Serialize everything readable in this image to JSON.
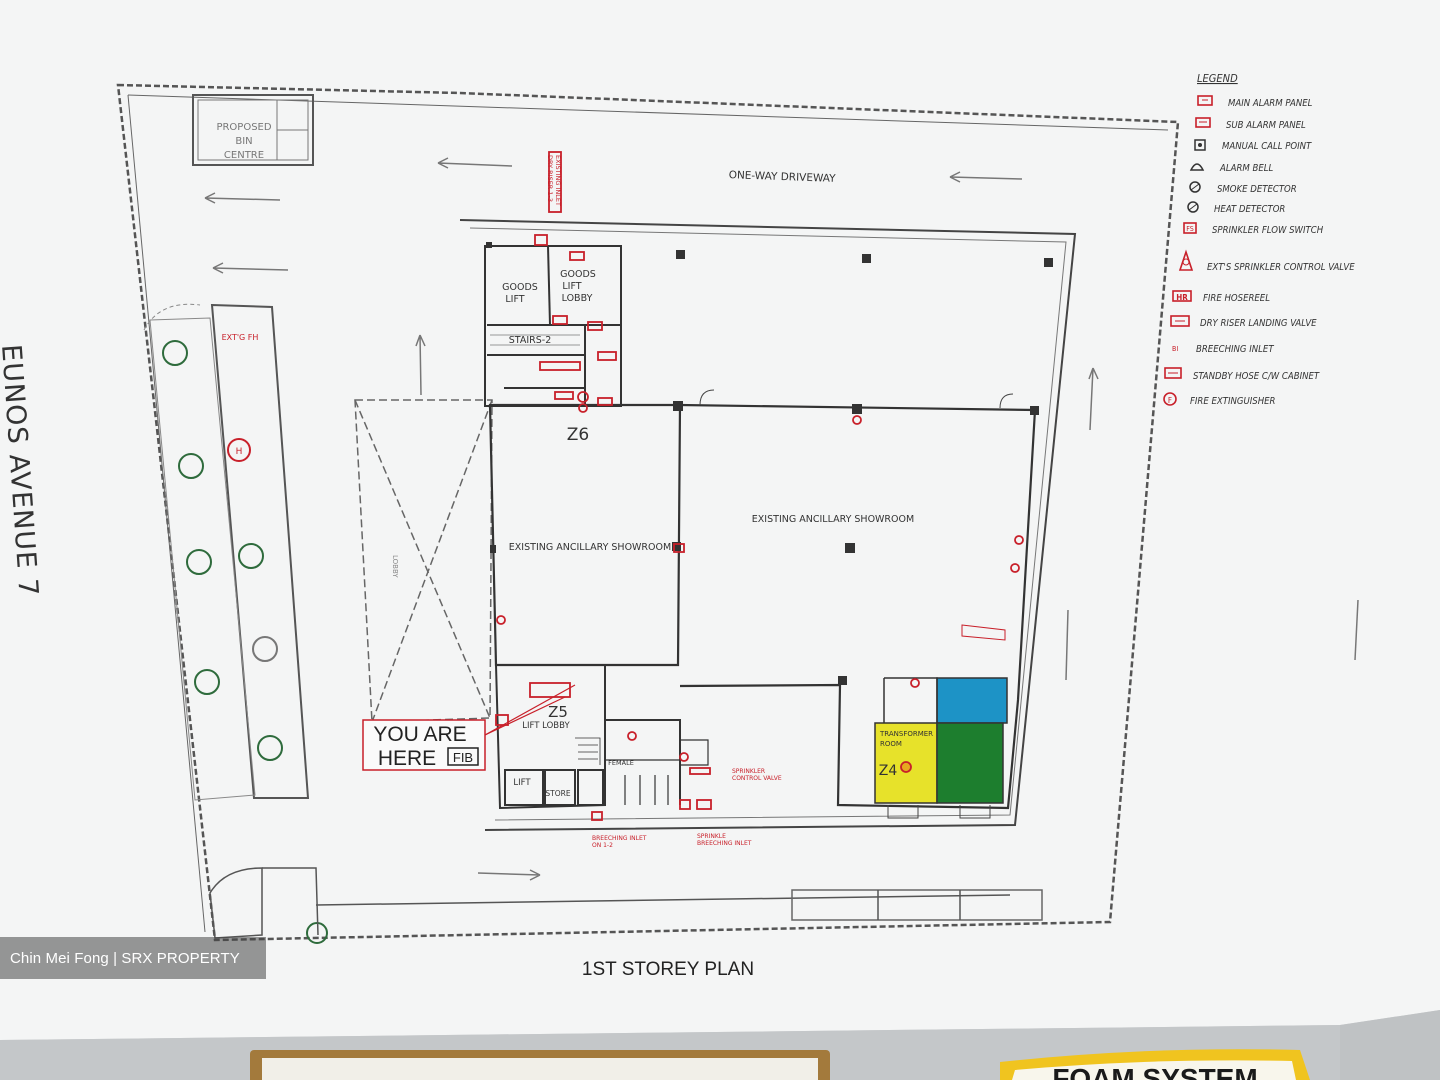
{
  "plan": {
    "title": "1ST STOREY PLAN",
    "street": "EUNOS AVENUE 7",
    "driveway": "ONE-WAY DRIVEWAY",
    "bin_centre": [
      "PROPOSED",
      "BIN",
      "CENTRE"
    ],
    "goods_lift": [
      "GOODS",
      "LIFT"
    ],
    "goods_lift_lobby": [
      "GOODS",
      "LIFT",
      "LOBBY"
    ],
    "stairs": "STAIRS-2",
    "showroom_left": "EXISTING ANCILLARY SHOWROOM",
    "showroom_right": "EXISTING ANCILLARY SHOWROOM",
    "zone_6": "Z6",
    "zone_5": "Z5",
    "zone_4": "Z4",
    "lift_lobby": "LIFT LOBBY",
    "lift": "LIFT",
    "store": "STORE",
    "female": "FEMALE",
    "transformer_room": [
      "TRANSFORMER",
      "ROOM"
    ],
    "existing_fh": "EXT'G FH",
    "you_are_here": [
      "YOU ARE",
      "HERE"
    ],
    "fib_tag": "FIB",
    "sprinkler_control_valve": [
      "SPRINKLER",
      "CONTROL VALVE"
    ],
    "breeching_inlet": [
      "BREECHING INLET",
      "ON 1-2"
    ],
    "sprinkler_breeching_inlet": [
      "SPRINKLE",
      "BREECHING INLET"
    ],
    "riser_inlet": [
      "EXISTING INLET",
      "DRY RISER 1-3"
    ]
  },
  "legend": {
    "title": "LEGEND",
    "items": [
      {
        "icon": "main-alarm-panel-icon",
        "label": "MAIN ALARM PANEL"
      },
      {
        "icon": "sub-alarm-panel-icon",
        "label": "SUB ALARM PANEL"
      },
      {
        "icon": "manual-call-point-icon",
        "label": "MANUAL CALL POINT"
      },
      {
        "icon": "alarm-bell-icon",
        "label": "ALARM BELL"
      },
      {
        "icon": "smoke-detector-icon",
        "label": "SMOKE DETECTOR"
      },
      {
        "icon": "heat-detector-icon",
        "label": "HEAT DETECTOR"
      },
      {
        "icon": "sprinkler-flow-switch-icon",
        "label": "SPRINKLER FLOW SWITCH"
      },
      {
        "icon": "sprinkler-control-valve-icon",
        "label": "EXT'S SPRINKLER CONTROL VALVE"
      },
      {
        "icon": "fire-hosereel-icon",
        "label": "FIRE HOSEREEL"
      },
      {
        "icon": "dry-riser-valve-icon",
        "label": "DRY RISER LANDING VALVE"
      },
      {
        "icon": "breeching-inlet-icon",
        "label": "BREECHING INLET",
        "code": "BI"
      },
      {
        "icon": "standby-hose-icon",
        "label": "STANDBY HOSE C/W CABINET"
      },
      {
        "icon": "fire-extinguisher-icon",
        "label": "FIRE EXTINGUISHER"
      }
    ]
  },
  "bottom_sign": "FOAM SYSTEM",
  "watermark": "Chin Mei Fong | SRX PROPERTY",
  "colors": {
    "fire_red": "#c8202a",
    "zone_yellow": "#e7e22a",
    "zone_blue": "#1d93c6",
    "zone_green": "#1d7e2e",
    "ink": "#3a3a3a"
  }
}
